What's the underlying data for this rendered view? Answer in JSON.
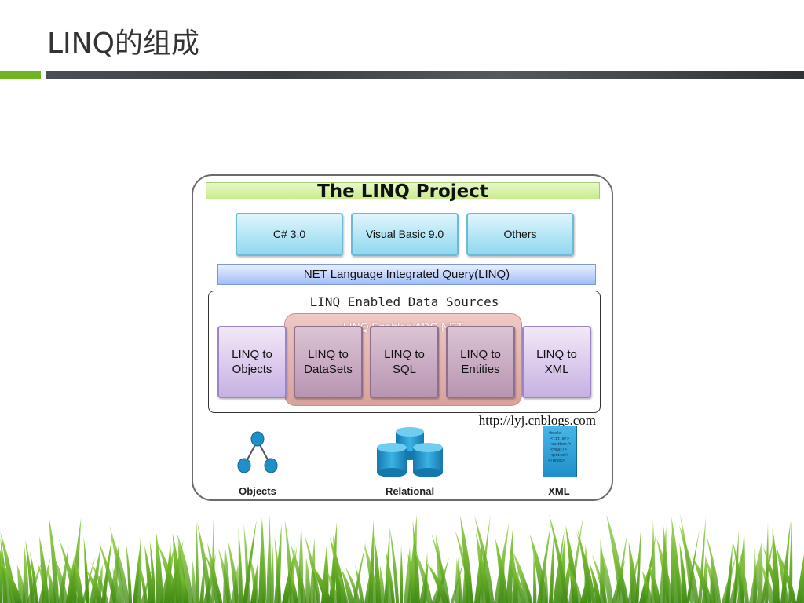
{
  "slide": {
    "title": "LINQ的组成"
  },
  "diagram": {
    "project_title": "The LINQ Project",
    "languages": [
      "C# 3.0",
      "Visual Basic 9.0",
      "Others"
    ],
    "linq_bar": "NET Language Integrated Query(LINQ)",
    "sources_title": "LINQ Enabled Data Sources",
    "ado_label": "LINQ Enabled ADO.NET",
    "providers": {
      "objects": "LINQ to Objects",
      "datasets": "LINQ to DataSets",
      "sql": "LINQ to SQL",
      "entities": "LINQ to Entities",
      "xml": "LINQ to XML"
    },
    "url": "http://lyj.cnblogs.com",
    "data_stores": {
      "objects": "Objects",
      "relational": "Relational",
      "xml": "XML"
    },
    "xml_doc_lines": [
      "<book>",
      "<title/>",
      "<author/>",
      "<year/>",
      "<price/>",
      "</book>"
    ]
  },
  "colors": {
    "accent_green": "#6fb51f",
    "icon_blue": "#1f8fc8",
    "language_box": "#8fd8f0",
    "provider_box": "#c7b1e2",
    "ado_group": "#d8a29c"
  }
}
